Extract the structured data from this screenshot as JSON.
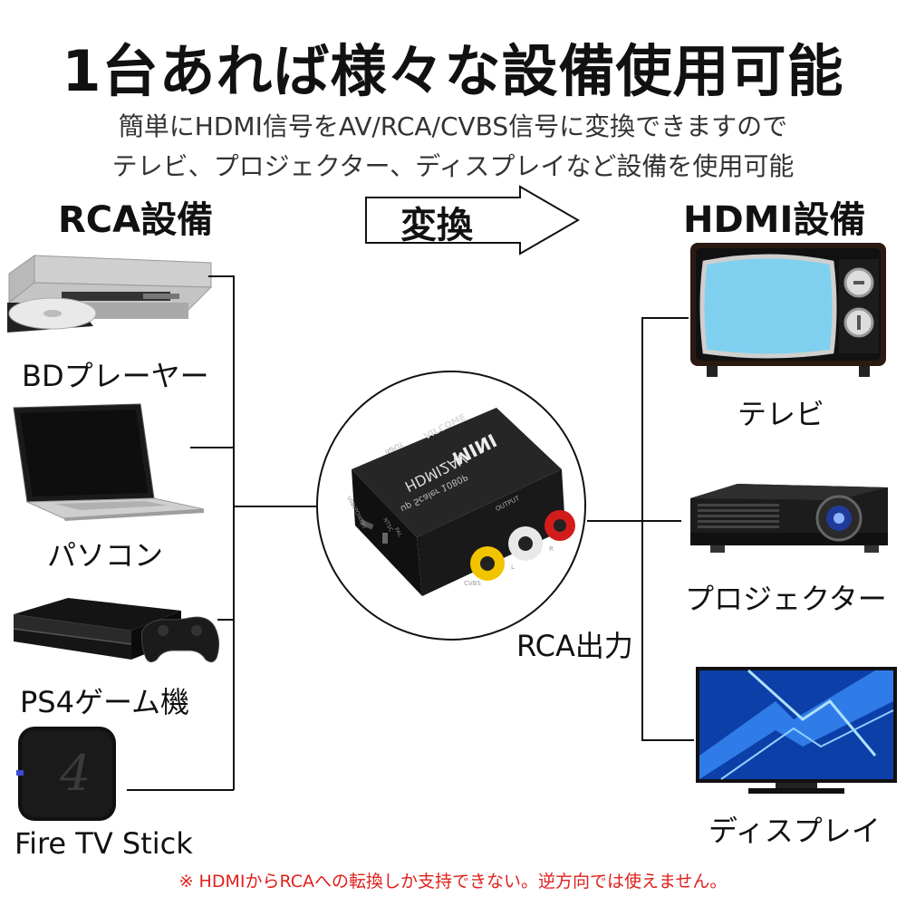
{
  "title": "1台あれば様々な設備使用可能",
  "subtitle_lines": [
    "簡単にHDMI信号をAV/RCA/CVBS信号に変換できますので",
    "テレビ、プロジェクター、ディスプレイなど設備を使用可能"
  ],
  "left_heading": "RCA設備",
  "right_heading": "HDMI設備",
  "convert_label": "変換",
  "left_devices": [
    {
      "label": "BDプレーヤー",
      "icon": "bd-player-icon"
    },
    {
      "label": "パソコン",
      "icon": "laptop-icon"
    },
    {
      "label": "PS4ゲーム機",
      "icon": "ps4-console-icon"
    },
    {
      "label": "Fire TV Stick",
      "icon": "fire-tv-stick-icon"
    }
  ],
  "right_devices": [
    {
      "label": "テレビ",
      "icon": "retro-tv-icon"
    },
    {
      "label": "プロジェクター",
      "icon": "projector-icon"
    },
    {
      "label": "ディスプレイ",
      "icon": "flat-display-icon"
    }
  ],
  "converter": {
    "brand": "VILCOME",
    "model_mark": "MINI",
    "model": "HDMI2AV",
    "spec": "up Scaler 1080P",
    "input_label": "INPUT",
    "output_label": "OUTPUT",
    "power_label": "USB(POWER)",
    "ntsc_label": "NTSC",
    "pal_label": "PAL",
    "cvbs_label": "CVBS",
    "l_label": "L",
    "r_label": "R"
  },
  "output_label": "RCA出力",
  "note": "※ HDMIからRCAへの転換しか支持できない。逆方向では使えません。",
  "colors": {
    "note": "#e0201b",
    "rca_yellow": "#f2c400",
    "rca_white": "#e8e8e8",
    "rca_red": "#d21c1c",
    "tv_screen": "#7fd0ee"
  }
}
